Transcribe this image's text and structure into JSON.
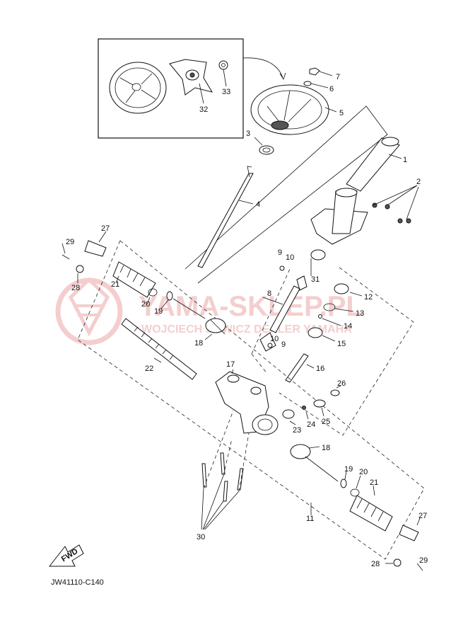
{
  "watermark": {
    "line1": "YAMA-SKLEP.PL",
    "line2": "WOJCIECH SOWICZ DEALER YAMAHA"
  },
  "diagram_code": "JW41110-C140",
  "fwd_label": "FWD",
  "callouts": [
    {
      "id": "1",
      "text": "1"
    },
    {
      "id": "2",
      "text": "2"
    },
    {
      "id": "3",
      "text": "3"
    },
    {
      "id": "4",
      "text": "4"
    },
    {
      "id": "5",
      "text": "5"
    },
    {
      "id": "6",
      "text": "6"
    },
    {
      "id": "7",
      "text": "7"
    },
    {
      "id": "8",
      "text": "8"
    },
    {
      "id": "9a",
      "text": "9"
    },
    {
      "id": "9b",
      "text": "9"
    },
    {
      "id": "10a",
      "text": "10"
    },
    {
      "id": "10b",
      "text": "10"
    },
    {
      "id": "11",
      "text": "11"
    },
    {
      "id": "12",
      "text": "12"
    },
    {
      "id": "13",
      "text": "13"
    },
    {
      "id": "14",
      "text": "14"
    },
    {
      "id": "15",
      "text": "15"
    },
    {
      "id": "16",
      "text": "16"
    },
    {
      "id": "17",
      "text": "17"
    },
    {
      "id": "18a",
      "text": "18"
    },
    {
      "id": "18b",
      "text": "18"
    },
    {
      "id": "19a",
      "text": "19"
    },
    {
      "id": "19b",
      "text": "19"
    },
    {
      "id": "20a",
      "text": "20"
    },
    {
      "id": "20b",
      "text": "20"
    },
    {
      "id": "21a",
      "text": "21"
    },
    {
      "id": "21b",
      "text": "21"
    },
    {
      "id": "22",
      "text": "22"
    },
    {
      "id": "23",
      "text": "23"
    },
    {
      "id": "24",
      "text": "24"
    },
    {
      "id": "25",
      "text": "25"
    },
    {
      "id": "26",
      "text": "26"
    },
    {
      "id": "27a",
      "text": "27"
    },
    {
      "id": "27b",
      "text": "27"
    },
    {
      "id": "28a",
      "text": "28"
    },
    {
      "id": "28b",
      "text": "28"
    },
    {
      "id": "29a",
      "text": "29"
    },
    {
      "id": "29b",
      "text": "29"
    },
    {
      "id": "30",
      "text": "30"
    },
    {
      "id": "31",
      "text": "31"
    },
    {
      "id": "32",
      "text": "32"
    },
    {
      "id": "33",
      "text": "33"
    }
  ]
}
